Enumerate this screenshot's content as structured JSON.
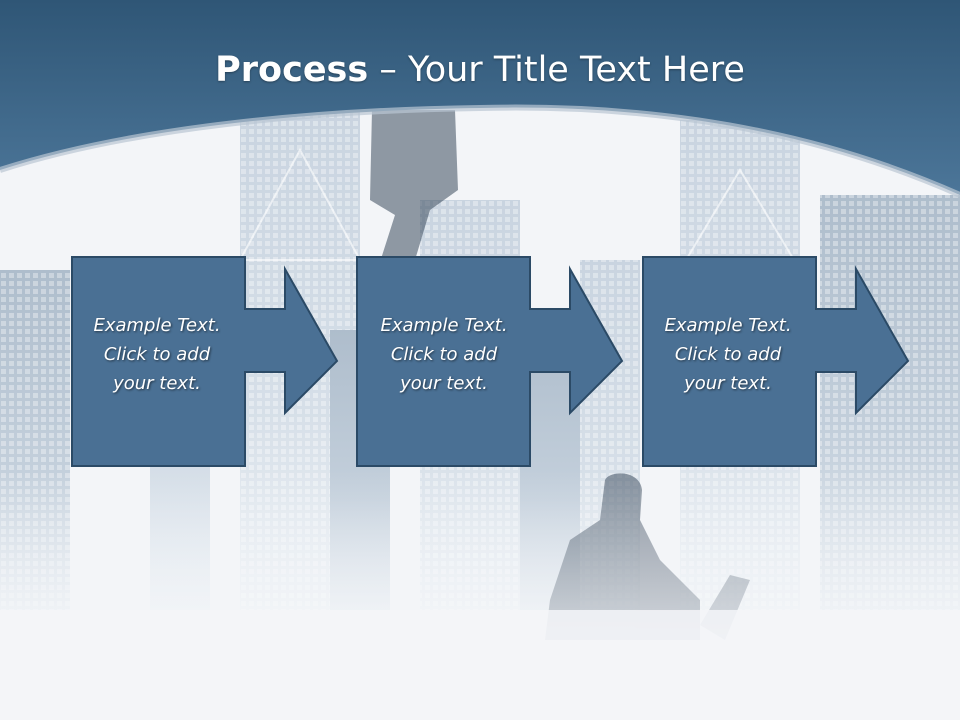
{
  "slide": {
    "title_bold": "Process",
    "title_sep": " – ",
    "title_rest": "Your Title Text Here"
  },
  "steps": [
    {
      "line1": "Example Text.",
      "line2": "Click  to add",
      "line3": "your text."
    },
    {
      "line1": "Example Text.",
      "line2": "Click  to add",
      "line3": "your text."
    },
    {
      "line1": "Example Text.",
      "line2": "Click  to add",
      "line3": "your text."
    }
  ],
  "colors": {
    "header": "#406a8d",
    "box_fill": "#4a7094",
    "box_border": "#2b4a66",
    "background": "#f3f5f8"
  }
}
